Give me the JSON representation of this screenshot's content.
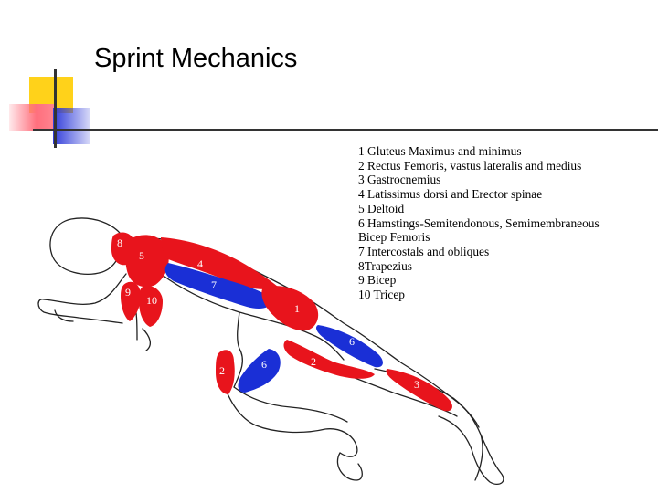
{
  "slide": {
    "title": "Sprint Mechanics",
    "legend": [
      "1 Gluteus Maximus and minimus",
      "2 Rectus Femoris, vastus lateralis and medius",
      "3 Gastrocnemius",
      "4 Latissimus dorsi and Erector spinae",
      "5 Deltoid",
      "6 Hamstings-Semitendonous, Semimembraneous",
      "Bicep Femoris",
      "7 Intercostals and obliques",
      "8Trapezius",
      "9 Bicep",
      "10 Tricep"
    ],
    "muscle_labels": {
      "m1": "1",
      "m2a": "2",
      "m2b": "2",
      "m3": "3",
      "m4": "4",
      "m5": "5",
      "m6a": "6",
      "m6b": "6",
      "m7": "7",
      "m8": "8",
      "m9": "9",
      "m10": "10"
    }
  },
  "colors": {
    "muscle_red": "#e8141c",
    "muscle_blue": "#1a2fd6",
    "deco_yellow": "#ffd21a",
    "deco_blue": "#2f3bd9",
    "deco_pink": "#ff6f7d",
    "rule": "#333333"
  }
}
